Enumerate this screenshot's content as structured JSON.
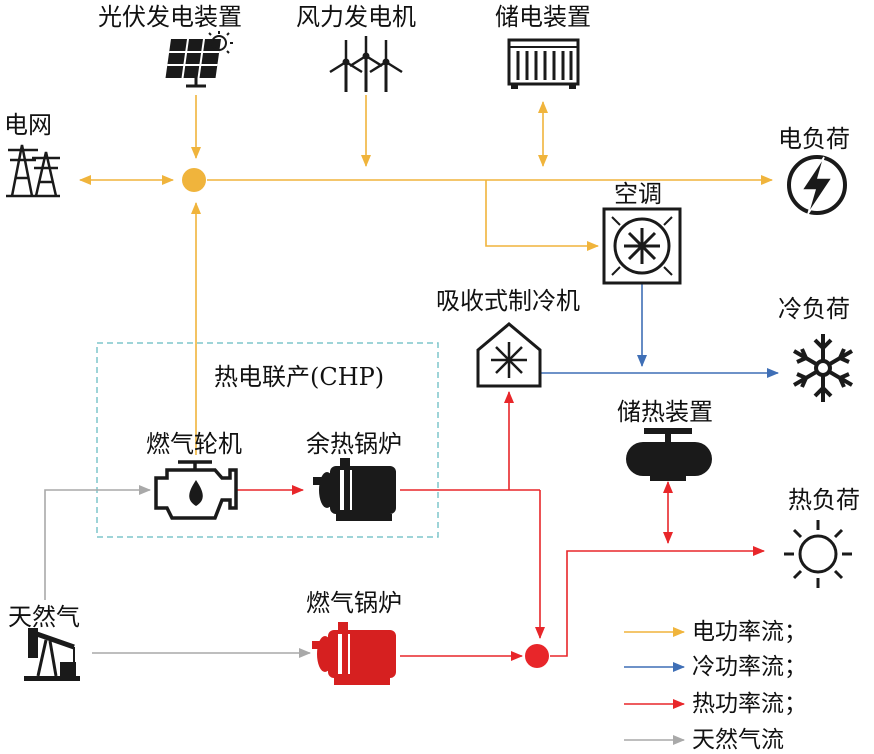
{
  "labels": {
    "pv": "光伏发电装置",
    "wind": "风力发电机",
    "storage": "储电装置",
    "grid": "电网",
    "elec_load": "电负荷",
    "ac": "空调",
    "absorption": "吸收式制冷机",
    "cold_load": "冷负荷",
    "chp": "热电联产(CHP)",
    "turbine": "燃气轮机",
    "waste_heat_boiler": "余热锅炉",
    "heat_storage": "储热装置",
    "heat_load": "热负荷",
    "natural_gas": "天然气",
    "gas_boiler": "燃气锅炉"
  },
  "legend": [
    {
      "label": "电功率流；",
      "color": "#f0b43c"
    },
    {
      "label": "冷功率流；",
      "color": "#3f6fb6"
    },
    {
      "label": "热功率流；",
      "color": "#e8262a"
    },
    {
      "label": "天然气流",
      "color": "#a9a9a9"
    }
  ],
  "colors": {
    "electric": "#f0b43c",
    "cold": "#3f6fb6",
    "heat": "#e8262a",
    "gas": "#a9a9a9",
    "chp_box": "#7fc6cc",
    "icon": "#1a1a1a",
    "boiler_red": "#d62020"
  },
  "icons": {
    "pv": "solar-panel-icon",
    "wind": "wind-turbine-icon",
    "storage": "battery-container-icon",
    "grid": "power-tower-icon",
    "elec_load": "lightning-bolt-icon",
    "ac": "air-conditioner-icon",
    "absorption": "absorption-chiller-icon",
    "cold_load": "snowflake-icon",
    "turbine": "engine-icon",
    "waste_heat_boiler": "boiler-icon",
    "heat_storage": "heat-tank-icon",
    "heat_load": "sun-icon",
    "natural_gas": "oil-pump-icon",
    "gas_boiler": "gas-boiler-icon"
  }
}
